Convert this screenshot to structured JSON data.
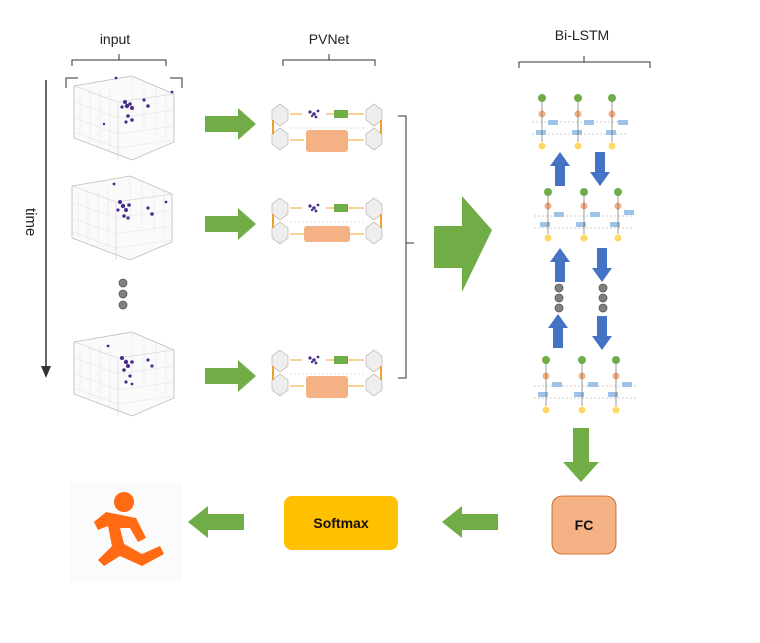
{
  "labels": {
    "input": "input",
    "pvnet": "PVNet",
    "bilstm": "Bi-LSTM",
    "time": "time"
  },
  "boxes": {
    "softmax": "Softmax",
    "fc": "FC"
  },
  "colors": {
    "green_arrow": "#70ad47",
    "blue_arrow": "#4472c4",
    "softmax_fill": "#ffc000",
    "fc_fill": "#f4b183",
    "pvnet_block": "#f4b183",
    "person_icon": "#ff6a13",
    "dots": "#808080"
  },
  "icons": {
    "person": "falling-person-icon",
    "time_arrow": "down-arrow-icon"
  }
}
